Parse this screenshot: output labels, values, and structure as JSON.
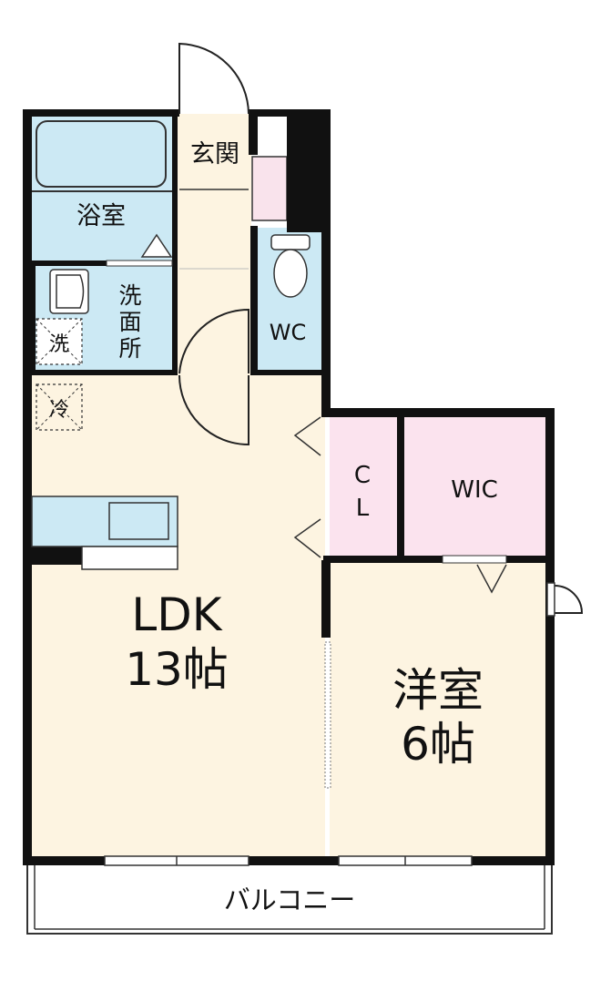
{
  "rooms": {
    "genkan": "玄関",
    "bath": "浴室",
    "washroom": [
      "洗",
      "面",
      "所"
    ],
    "washer": "洗",
    "fridge": "冷",
    "wc": "WC",
    "closet": [
      "C",
      "L"
    ],
    "wic": "WIC",
    "ldk": {
      "name": "LDK",
      "size": "13帖"
    },
    "western": {
      "name": "洋室",
      "size": "6帖"
    },
    "balcony": "バルコニー"
  },
  "colors": {
    "wall": "#111111",
    "wet_area": "#cce9f4",
    "living_floor": "#fdf4e1",
    "storage": "#fbe3ee",
    "entry_tile": "#f9e3ec",
    "balcony": "#ffffff"
  }
}
